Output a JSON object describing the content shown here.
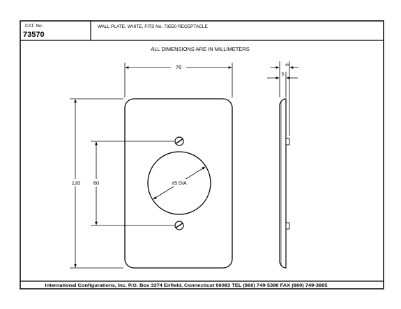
{
  "title_block": {
    "cat_label": "CAT. No.",
    "cat_number": "73570",
    "description": "WALL PLATE, WHITE, FITS No. 73550 RECEPTACLE"
  },
  "note": "ALL DIMENSIONS ARE IN MILLIMETERS",
  "dimensions": {
    "width": "76",
    "height": "120",
    "screw_spacing": "60",
    "hole_diameter": "45 DIA",
    "side_depth": "8",
    "side_thickness": "5"
  },
  "footer": "International Configurations, Inc. P.O. Box 3374 Enfield, Connecticut 06083 TEL (860) 749-5390 FAX (860) 749-3895"
}
